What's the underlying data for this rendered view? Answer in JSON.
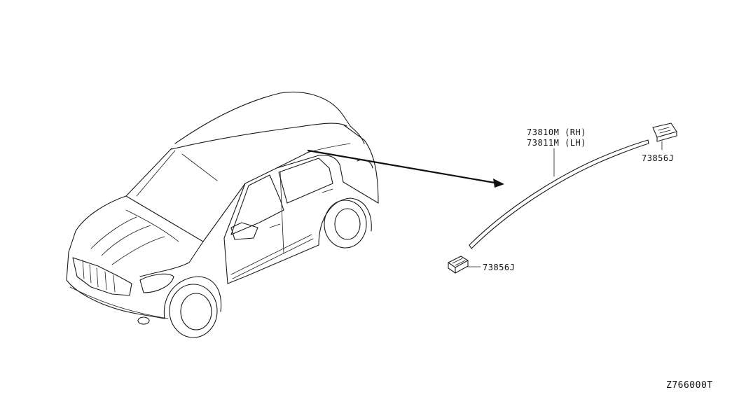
{
  "parts": {
    "molding_rh": "73810M (RH)",
    "molding_lh": "73811M (LH)",
    "clip_upper": "73856J",
    "clip_lower": "73856J"
  },
  "diagram_code": "Z766000T",
  "colors": {
    "ink": "#111111",
    "background": "#ffffff"
  }
}
